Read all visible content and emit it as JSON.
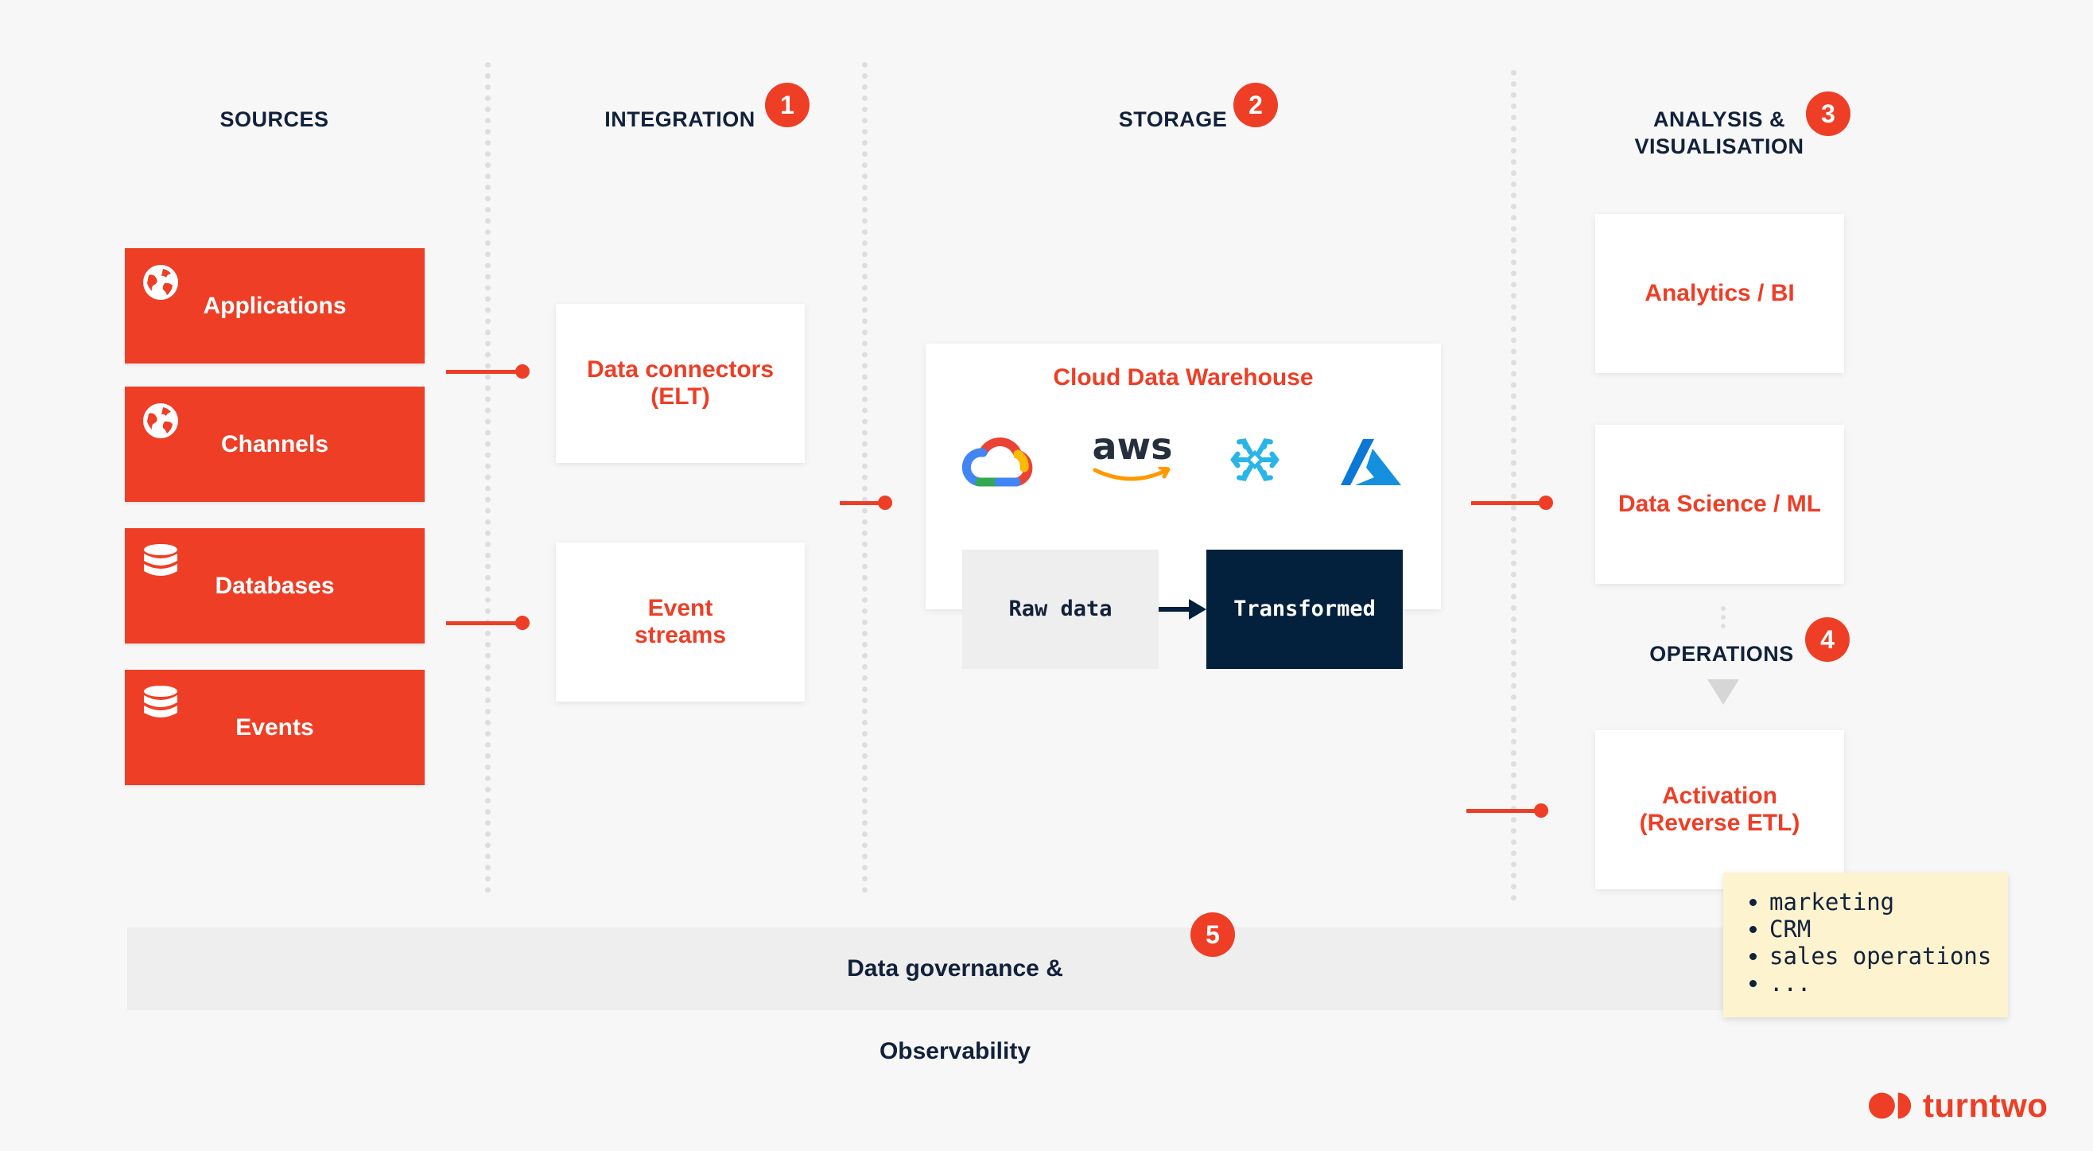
{
  "columns": {
    "sources": "SOURCES",
    "integration": "INTEGRATION",
    "storage": "STORAGE",
    "analysis_line1": "ANALYSIS &",
    "analysis_line2": "VISUALISATION",
    "operations": "OPERATIONS"
  },
  "badges": [
    "1",
    "2",
    "3",
    "4",
    "5"
  ],
  "sources": [
    {
      "label": "Applications",
      "icon": "globe-icon"
    },
    {
      "label": "Channels",
      "icon": "globe-icon"
    },
    {
      "label": "Databases",
      "icon": "database-icon"
    },
    {
      "label": "Events",
      "icon": "database-icon"
    }
  ],
  "integration": {
    "connectors": "Data connectors\n(ELT)",
    "streams": "Event\nstreams"
  },
  "storage": {
    "title": "Cloud Data Warehouse",
    "providers": [
      "google-cloud-icon",
      "aws-logo",
      "snowflake-icon",
      "azure-icon"
    ],
    "aws_text": "aws",
    "raw": "Raw data",
    "transformed": "Transformed"
  },
  "analysis": {
    "bi": "Analytics / BI",
    "ml": "Data Science / ML",
    "activation": "Activation\n(Reverse ETL)"
  },
  "activation_uses": [
    "marketing",
    "CRM",
    "sales operations",
    "..."
  ],
  "governance": "Data governance & Observability",
  "brand": "turntwo",
  "colors": {
    "accent": "#ee3e26",
    "navy": "#03203c",
    "background": "#f7f7f7",
    "note": "#fdf3cf"
  }
}
